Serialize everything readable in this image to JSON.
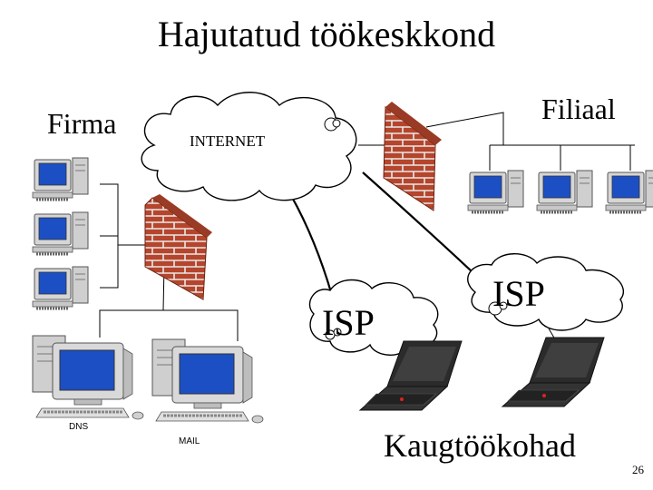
{
  "slide": {
    "title": "Hajutatud töökeskkond",
    "page_number": "26"
  },
  "labels": {
    "firma": "Firma",
    "filiaal": "Filiaal",
    "internet": "INTERNET",
    "isp_left": "ISP",
    "isp_right": "ISP",
    "remote_workplaces": "Kaugtöökohad",
    "dns": "DNS",
    "mail": "MAIL"
  },
  "icons": {
    "cloud": "cloud-icon",
    "firewall": "brick-wall-firewall-icon",
    "desktop": "desktop-computer-icon",
    "server": "server-computer-icon",
    "laptop": "laptop-icon"
  },
  "colors": {
    "brick": "#b5452c",
    "mortar": "#e8e8e8",
    "monitor_screen": "#1c4fc4",
    "computer_body": "#cfcfcf",
    "laptop_body": "#2b2b2b"
  }
}
